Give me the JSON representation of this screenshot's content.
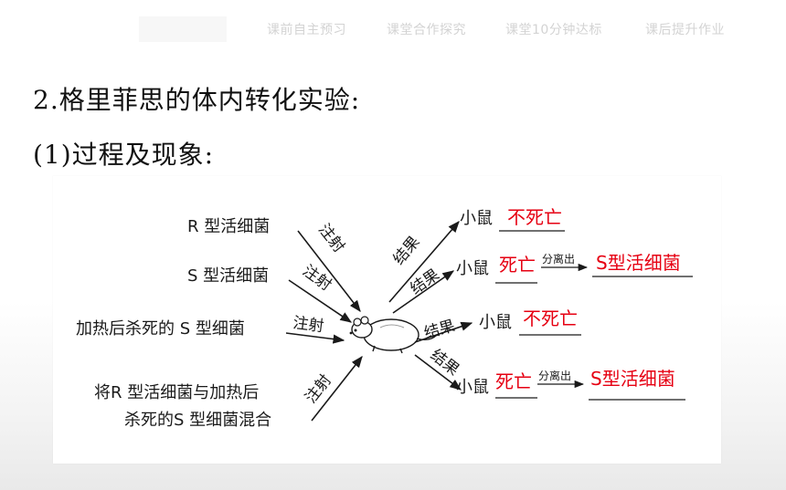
{
  "nav": {
    "items": [
      "课前自主预习",
      "课堂合作探究",
      "课堂10分钟达标",
      "课后提升作业"
    ]
  },
  "heading": {
    "title": "2.格里菲思的体内转化实验:",
    "subtitle": "(1)过程及现象:"
  },
  "diagram": {
    "sources": [
      "R 型活细菌",
      "S 型活细菌",
      "加热后杀死的 S 型细菌",
      "将R 型活细菌与加热后",
      "杀死的S 型细菌混合"
    ],
    "inject_label": "注射",
    "result_label": "结果",
    "mouse_label": "小鼠",
    "separate_label": "分离出",
    "outcomes": [
      "不死亡",
      "死亡",
      "不死亡",
      "死亡"
    ],
    "isolated": [
      "S型活细菌",
      "S型活细菌"
    ],
    "colors": {
      "answer": "#e60012",
      "text": "#1a1a1a"
    },
    "icons": [
      "mouse-icon"
    ]
  }
}
